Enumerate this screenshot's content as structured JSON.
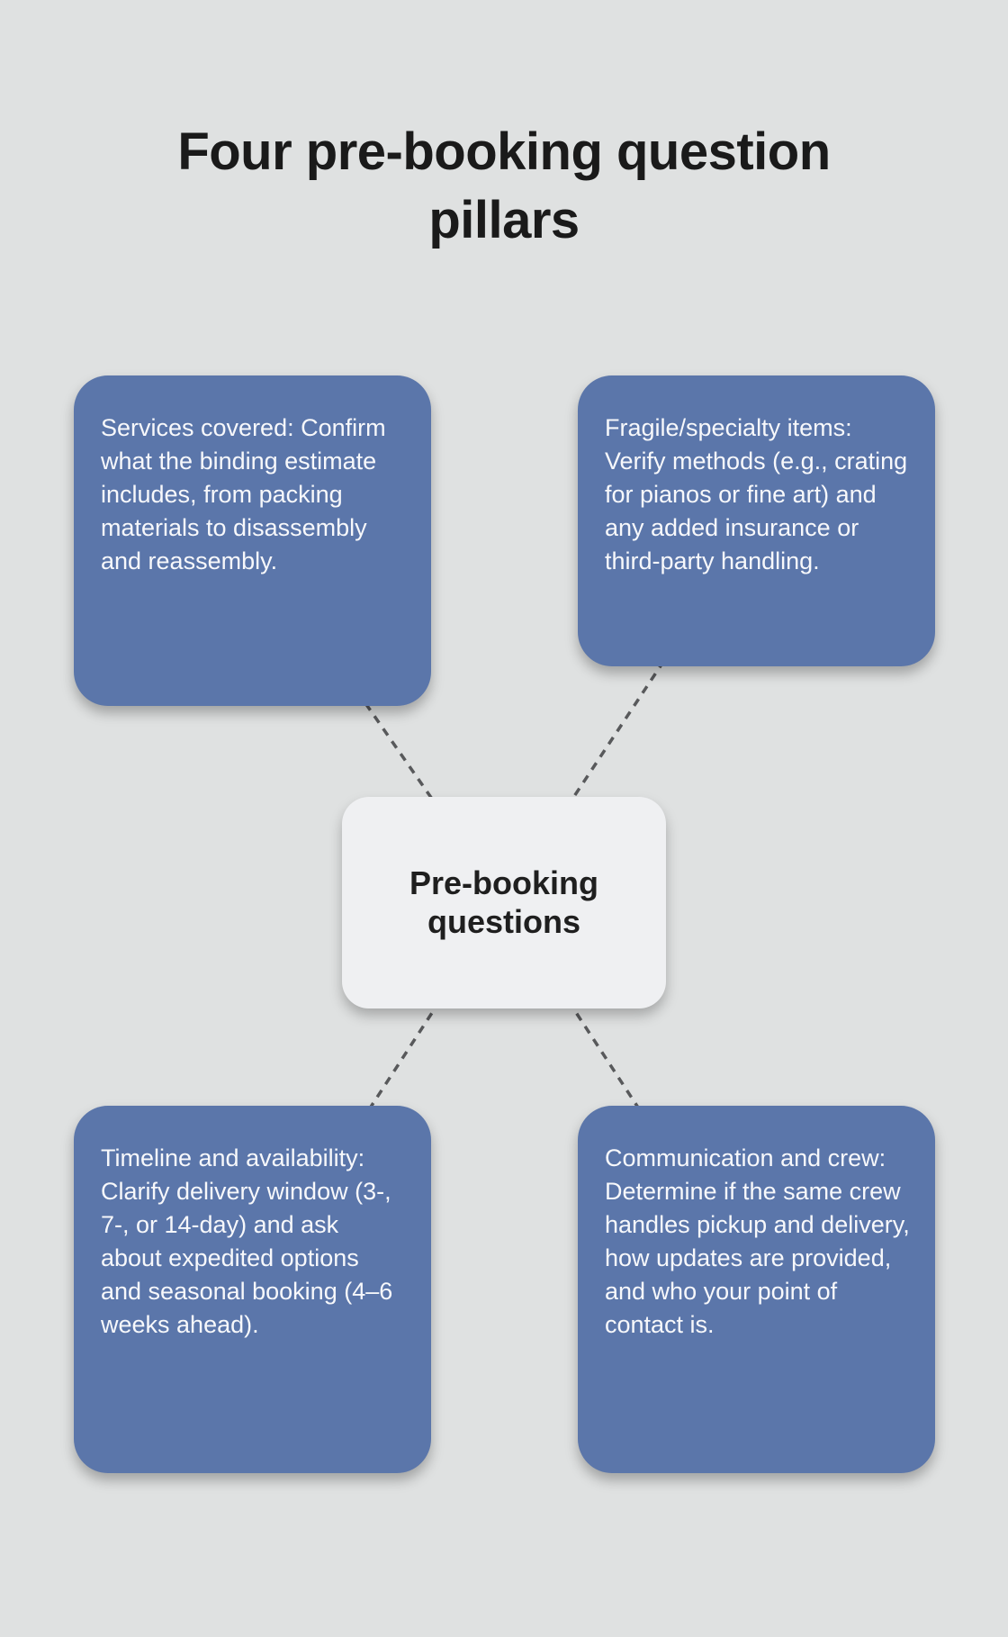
{
  "title": "Four pre-booking question pillars",
  "center": {
    "label": "Pre-booking questions"
  },
  "nodes": [
    {
      "id": "services-covered",
      "text": "Services covered: Confirm what the binding estimate includes, from packing materials to disassembly and reassembly."
    },
    {
      "id": "fragile-specialty-items",
      "text": "Fragile/specialty items: Verify methods (e.g., crating for pianos or fine art) and any added insurance or third-party handling."
    },
    {
      "id": "timeline-availability",
      "text": "Timeline and availability: Clarify delivery window (3-, 7-, or 14-day) and ask about expedited options and seasonal booking (4–6 weeks ahead)."
    },
    {
      "id": "communication-crew",
      "text": "Communication and crew: Determine if the same crew handles pickup and delivery, how updates are provided, and who your point of contact is."
    }
  ],
  "colors": {
    "background": "#dfe1e1",
    "pillar_fill": "#5b76aa",
    "pillar_text": "#f7f8fb",
    "center_fill": "#eff0f2",
    "heading_text": "#1a1a1a",
    "connector": "#58595b"
  }
}
